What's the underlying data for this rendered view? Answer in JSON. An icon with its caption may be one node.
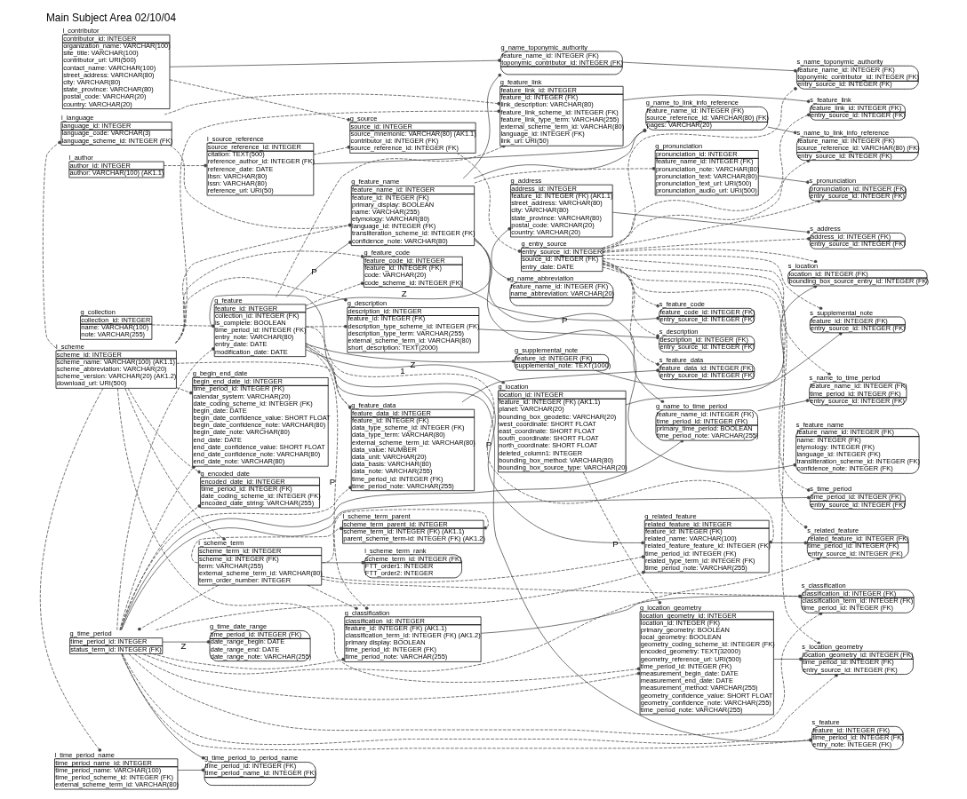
{
  "diagram": {
    "title": "Main Subject Area 02/10/04",
    "nodes": [
      {
        "text": [
          "g_collection",
          "collection_id: INTEGER",
          "name: VARCHAR(100)",
          "note: VARCHAR(255)"
        ]
      },
      {
        "text": [
          "g_feature_code",
          "feature_code_id: INTEGER",
          "feature_id: INTEGER (FK)",
          "code: VARCHAR(20)",
          "code_scheme_id: INTEGER (FK)"
        ]
      },
      {
        "text": [
          "g_feature_data",
          "feature_data_id: INTEGER",
          "feature_id: INTEGER (FK)",
          "data_type_scheme_id: INTEGER (FK)",
          "data_type_term: VARCHAR(80)",
          "external_scheme_term_id: VARCHAR(80)",
          "data_value: NUMBER",
          "data_unit: VARCHAR(20)",
          "data_basis: VARCHAR(80)",
          "data_note: VARCHAR(255)",
          "time_period_id: INTEGER (FK)",
          "time_period_note: VARCHAR(255)"
        ]
      },
      {
        "text": [
          "g_classification",
          "classification_id: INTEGER",
          "feature_id: INTEGER (FK) (AK1.1)",
          "classification_term_id: INTEGER (FK) (AK1.2)",
          "primary display: BOOLEAN",
          "time_period_id: INTEGER (FK)",
          "time_period_note: VARCHAR(255)"
        ]
      },
      {
        "text": [
          "g_feature",
          "feature_id: INTEGER",
          "collection_id: INTEGER (FK)",
          "is_complete: BOOLEAN",
          "time_period_id: INTEGER (FK)",
          "entry_note: VARCHAR(80)",
          "entry_date: DATE",
          "modification_date: DATE"
        ]
      },
      {
        "text": [
          "g_location",
          "location_id: INTEGER",
          "feature_id: INTEGER (FK) (AK1.1)",
          "planet: VARCHAR(20)",
          "bounding_box_geodetic: VARCHAR(20)",
          "west_coordinate: SHORT FLOAT",
          "east_coordinate: SHORT FLOAT",
          "south_coordinate: SHORT FLOAT",
          "north_coordinate: SHORT FLOAT",
          "deleted_column1: INTEGER",
          "bounding_box_method: VARCHAR(80)",
          "bounding_box_source_type: VARCHAR(20)"
        ]
      },
      {
        "text": [
          "g_address",
          "address_id: INTEGER",
          "feature_id: INTEGER (FK) (AK1.1)",
          "street_address: VARCHAR(80)",
          "city: VARCHAR(80)",
          "state_province: VARCHAR(80)",
          "postal_code: VARCHAR(20)",
          "country: VARCHAR(20)"
        ]
      },
      {
        "text": [
          "g_feature_link",
          "feature_link_id: INTEGER",
          "feature_id: INTEGER (FK)",
          "link_description: VARCHAR(80)",
          "feature_link_scheme_id: INTEGER (FK)",
          "feature_link_type_term: VARCHAR(255)",
          "external_scheme_term_id: VARCHAR(80)",
          "language_id: INTEGER (FK)",
          "link_url: URI(50)"
        ]
      },
      {
        "text": [
          "g_feature_name",
          "feature_name_id: INTEGER",
          "feature_id: INTEGER (FK)",
          "primary_display: BOOLEAN",
          "name: VARCHAR(255)",
          "etymology: VARCHAR(80)",
          "language_id: INTEGER (FK)",
          "transliteration_scheme_id: INTEGER (FK)",
          "confidence_note: VARCHAR(80)"
        ]
      },
      {
        "text": [
          "g_name_abbreviation",
          "feature_name_id: INTEGER (FK)",
          "name_abbreviation: VARCHAR(20)"
        ]
      },
      {
        "text": [
          "g_name_toponymic_authority",
          "feature_name_id: INTEGER (FK)",
          "toponymic_contributor_id: INTEGER (FK)"
        ]
      },
      {
        "text": [
          "g_pronunciation",
          "pronunciation_id: INTEGER",
          "feature_name_id: INTEGER (FK)",
          "pronunciation_note: VARCHAR(80)",
          "pronunciation_text: VARCHAR(80)",
          "pronunciation_text_url: URI(500)",
          "pronunciation_audio_url: URI(500)"
        ]
      },
      {
        "text": [
          "g_location_geometry",
          "location_geometry_id: INTEGER",
          "location_id: INTEGER (FK)",
          "primary_geometry: BOOLEAN",
          "local_geometry: BOOLEAN",
          "geometry_coding_scheme_id: INTEGER (FK)",
          "encoded_geometry: TEXT(32000)",
          "geometry_reference_url: URI(500)",
          "time_period_id: INTEGER (FK)",
          "measurement_begin_date: DATE",
          "measurement_end_date: DATE",
          "measurement_method: VARCHAR(255)",
          "geometry_confidence_value: SHORT FLOAT",
          "geometry_confidence_note: VARCHAR(255)",
          "time_period_note: VARCHAR(255)"
        ]
      },
      {
        "text": [
          "g_description",
          "description_id: INTEGER",
          "feature_id: INTEGER (FK)",
          "description_type_scheme_id: INTEGER (FK)",
          "description_type_term: VARCHAR(255)",
          "external_scheme_term_id: VARCHAR(80)",
          "short_description: TEXT(2000)"
        ]
      },
      {
        "text": [
          "l_language",
          "language_id: INTEGER",
          "language_code: VARCHAR(3)",
          "language_scheme_id: INTEGER (FK)"
        ]
      },
      {
        "text": [
          "g_name_to_time_period",
          "feature_name_id: INTEGER (FK)",
          "time_period_id: INTEGER (FK)",
          "primary_time_period: BOOLEAN",
          "time_period_note: VARCHAR(255)"
        ]
      },
      {
        "text": [
          "g_name_to_link_info_reference",
          "feature_name_id: INTEGER (FK)",
          "source_reference_id: VARCHAR(80) (FK)",
          "pages: VARCHAR(20)"
        ]
      },
      {
        "text": [
          "g_supplemental_note",
          "feature_id: INTEGER (FK)",
          "supplemental_note: TEXT(1000)"
        ]
      },
      {
        "text": [
          "g_related_feature",
          "related_feature_id: INTEGER",
          "feature_id: INTEGER (FK)",
          "related_name: VARCHAR(100)",
          "related_feature_feature_id: INTEGER (FK)",
          "time_period_id: INTEGER (FK)",
          "related_type_term_id: INTEGER (FK)",
          "time_period_note: VARCHAR(255)"
        ]
      },
      {
        "text": [
          "g_entry_source",
          "entry_source_id: INTEGER",
          "source_id: INTEGER (FK)",
          "entry_date: DATE"
        ]
      },
      {
        "text": [
          "g_source",
          "source_id: INTEGER",
          "source_mnemonic: VARCHAR(80) (AK1.1)",
          "contributor_id: INTEGER (FK)",
          "source_reference_id: INTEGER (FK)"
        ]
      },
      {
        "text": [
          "l_scheme",
          "scheme_id: INTEGER",
          "scheme_name: VARCHAR(100) (AK1.1)",
          "scheme_abbreviation: VARCHAR(20)",
          "scheme_version: VARCHAR(20) (AK1.2)",
          "download_url: URI(500)"
        ]
      },
      {
        "text": [
          "g_time_period",
          "time_period_id: INTEGER",
          "status_term_id: INTEGER (FK)"
        ]
      },
      {
        "text": [
          "l_contributor",
          "contributor_id: INTEGER",
          "organization_name: VARCHAR(100)",
          "site_title: VARCHAR(100)",
          "contributor_url: URI(500)",
          "contact_name: VARCHAR(100)",
          "street_address: VARCHAR(80)",
          "city: VARCHAR(80)",
          "state_province: VARCHAR(80)",
          "postal_code: VARCHAR(20)",
          "country: VARCHAR(20)"
        ]
      },
      {
        "text": [
          "l_source_reference",
          "source_reference_id: INTEGER",
          "citation: TEXT(500)",
          "reference_author_id: INTEGER (FK)",
          "reference_date: DATE",
          "ibsn: VARCHAR(80)",
          "issn: VARCHAR(80)",
          "reference_url: URI(50)"
        ]
      },
      {
        "text": [
          "l_scheme_term",
          "scheme_term_id: INTEGER",
          "scheme_id: INTEGER (FK)",
          "term: VARCHAR(255)",
          "external_scheme_term_id: VARCHAR(80)",
          "term_order_number: INTEGER"
        ]
      },
      {
        "text": [
          "g_time_date_range",
          "time_period_id: INTEGER (FK)",
          "date_range_begin: DATE",
          "date_range_end: DATE",
          "date_range_note: VARCHAR(255)"
        ]
      },
      {
        "text": [
          "g_time_period_to_period_name",
          "time_period_id: INTEGER (FK)",
          "time_period_name_id: INTEGER (FK)"
        ]
      },
      {
        "text": [
          "l_scheme_term_parent",
          "scheme_term_parent_id: INTEGER",
          "scheme_term_id: INTEGER (FK) (AK1.1)",
          "parent_scheme_term-id: INTEGER (FK) (AK1.2)"
        ]
      },
      {
        "text": [
          "l_author",
          "author_id: INTEGER",
          "author: VARCHAR(100) (AK1.1)"
        ]
      },
      {
        "text": [
          "g_begin_end_date",
          "begin_end_date_id: INTEGER",
          "time_period_id: INTEGER (FK)",
          "calendar_system: VARCHAR(20)",
          "date_coding_scheme_id: INTEGER (FK)",
          "begin_date: DATE",
          "begin_date_confidence_value: SHORT FLOAT",
          "begin_date_confidence_note: VARCHAR(80)",
          "begin_date_note: VARCHAR(80)",
          "end_date: DATE",
          "end_date_confidence_value: SHORT FLOAT",
          "end_date_confidence_note: VARCHAR(80)",
          "end_date_note: VARCHAR(80)"
        ]
      },
      {
        "text": [
          "g_encoded_date",
          "encoded_date_id: INTEGER",
          "time_period_id: INTEGER (FK)",
          "date_coding_scheme_id: INTEGER (FK)",
          "encoded_date_string: VARCHAR(255)"
        ]
      },
      {
        "text": [
          "l_time_period_name",
          "time_period_name_id: INTEGER",
          "time_period_name: VARCHAR(100)",
          "time_period_scheme_id: INTEGER (FK)",
          "external_scheme_term_id: VARCHAR(80)"
        ]
      },
      {
        "text": [
          "l_scheme_term_rank",
          "scheme_term_id: INTEGER (FK)",
          "FTT_order1: INTEGER",
          "FTT_order2: INTEGER"
        ]
      },
      {
        "text": [
          "s_address",
          "address_id: INTEGER (FK)",
          "entry_source_id: INTEGER (FK)"
        ]
      },
      {
        "text": [
          "s_classification",
          "classification_id: INTEGER (FK)",
          "classification_term_id: INTEGER (FK)",
          "time_period_id: INTEGER (FK)"
        ]
      },
      {
        "text": [
          "s_description",
          "description_id: INTEGER (FK)",
          "entry_source_id: INTEGER (FK)"
        ]
      },
      {
        "text": [
          "s_feature",
          "feature_id: INTEGER (FK)",
          "time_period_id: INTEGER (FK)",
          "entry_note: INTEGER (FK)"
        ]
      },
      {
        "text": [
          "s_feature_code",
          "feature_code_id: INTEGER (FK)",
          "entry_source_id: INTEGER (FK)"
        ]
      },
      {
        "text": [
          "s_feature_data",
          "feature_data_id: INTEGER (FK)",
          "entry_source_id: INTEGER (FK)"
        ]
      },
      {
        "text": [
          "s_feature_link",
          "feature_link_id: INTEGER (FK)",
          "entry_source_id: INTEGER (FK)"
        ]
      },
      {
        "text": [
          "s_feature_name",
          "feature_name_id: INTEGER (FK)",
          "name: INTEGER (FK)",
          "etymology: INTEGER (FK)",
          "language_id: INTEGER (FK)",
          "transliteration_scheme_id: INTEGER (FK)",
          "confidence_note: INTEGER (FK)"
        ]
      },
      {
        "text": [
          "s_location",
          "location_id: INTEGER (FK)",
          "bounding_box_source_entry_id: INTEGER (FK)"
        ]
      },
      {
        "text": [
          "s_location_geometry",
          "location_geometry_id: INTEGER (FK)",
          "time_period_id: INTEGER (FK)",
          "entry_source_id: INTEGER (FK)"
        ]
      },
      {
        "text": [
          "s_name_to_link_info_reference",
          "feature_name_id: INTEGER (FK)",
          "source_reference_id: VARCHAR(80) (FK)",
          "entry_source_id: INTEGER (FK)"
        ]
      },
      {
        "text": [
          "s_name_toponymic_authority",
          "feature_name_id: INTEGER (FK)",
          "toponymic_contributor_id: INTEGER (FK)",
          "entry_source_id: INTEGER (FK)"
        ]
      },
      {
        "text": [
          "s_name_to_time_period",
          "feature_name_id: INTEGER (FK)",
          "time_period_id: INTEGER (FK)",
          "entry_source_id: INTEGER (FK)"
        ]
      },
      {
        "text": [
          "s_pronunciation",
          "pronunciation_id: INTEGER (FK)",
          "entry_source_id: INTEGER (FK)"
        ]
      },
      {
        "text": [
          "s_related_feature",
          "related_feature_id: INTEGER (FK)",
          "time_period_id: INTEGER (FK)",
          "entry_source_id: INTEGER (FK)"
        ]
      },
      {
        "text": [
          "s_supplemental_note",
          "feature_id: INTEGER (FK)",
          "entry_source_id: INTEGER (FK)"
        ]
      },
      {
        "text": [
          "s_time_period",
          "time_period_id: INTEGER (FK)",
          "entry_source_id: INTEGER (FK)"
        ]
      }
    ],
    "edges": [
      {
        "from": 0,
        "to": 4,
        "arrow": "other",
        "style": "dashed"
      },
      {
        "from": 4,
        "to": 1,
        "arrow": "other",
        "style": "dashed"
      },
      {
        "from": 4,
        "to": 2,
        "arrow": "other",
        "style": "dashed"
      },
      {
        "from": 4,
        "to": 3,
        "arrow": "other",
        "style": "dashed",
        "label": "P"
      },
      {
        "from": 4,
        "to": 5,
        "arrow": "other",
        "label": "1"
      },
      {
        "from": 4,
        "to": 6,
        "arrow": "other",
        "label": "Z"
      },
      {
        "from": 4,
        "to": 7,
        "arrow": "other",
        "style": "dashed"
      },
      {
        "from": 4,
        "to": 8,
        "arrow": "other",
        "label": "P"
      },
      {
        "from": 4,
        "to": 13,
        "arrow": "other",
        "style": "dashed"
      },
      {
        "from": 4,
        "to": 17,
        "arrow": "other",
        "label": "Z"
      },
      {
        "from": 4,
        "to": 18,
        "arrow": "other",
        "label": "P"
      },
      {
        "from": 4,
        "to": 18,
        "arrow": "other",
        "style": "dashed"
      },
      {
        "from": 8,
        "to": 9,
        "arrow": "other"
      },
      {
        "from": 8,
        "to": 10,
        "arrow": "other"
      },
      {
        "from": 8,
        "to": 11,
        "arrow": "other",
        "style": "dashed"
      },
      {
        "from": 8,
        "to": 15,
        "arrow": "other",
        "label": "P"
      },
      {
        "from": 8,
        "to": 16,
        "arrow": "other"
      },
      {
        "from": 5,
        "to": 12,
        "arrow": "other",
        "style": "dashed",
        "label": "P"
      },
      {
        "from": 14,
        "to": 7,
        "arrow": "other",
        "style": "dashed"
      },
      {
        "from": 14,
        "to": 8,
        "arrow": "other",
        "style": "dashed"
      },
      {
        "from": 23,
        "to": 10,
        "arrow": "other"
      },
      {
        "from": 24,
        "to": 16,
        "arrow": "other"
      },
      {
        "from": 22,
        "to": 4,
        "arrow": "other",
        "style": "dashed"
      },
      {
        "from": 22,
        "to": 2,
        "arrow": "other",
        "style": "dashed"
      },
      {
        "from": 22,
        "to": 3,
        "arrow": "other",
        "style": "dashed"
      },
      {
        "from": 22,
        "to": 12,
        "arrow": "other",
        "style": "dashed"
      },
      {
        "from": 22,
        "to": 15,
        "arrow": "other"
      },
      {
        "from": 22,
        "to": 18,
        "arrow": "other",
        "style": "dashed"
      },
      {
        "from": 22,
        "to": 26,
        "arrow": "other",
        "label": "Z"
      },
      {
        "from": 22,
        "to": 27,
        "arrow": "other"
      },
      {
        "from": 22,
        "to": 30,
        "arrow": "other",
        "style": "dashed"
      },
      {
        "from": 22,
        "to": 31,
        "arrow": "other",
        "style": "dashed"
      },
      {
        "from": 32,
        "to": 27,
        "arrow": "other"
      },
      {
        "from": 21,
        "to": 1,
        "arrow": "other",
        "style": "dashed"
      },
      {
        "from": 21,
        "to": 2,
        "arrow": "other",
        "style": "dashed"
      },
      {
        "from": 21,
        "to": 7,
        "arrow": "other",
        "style": "dashed"
      },
      {
        "from": 21,
        "to": 13,
        "arrow": "other",
        "style": "dashed"
      },
      {
        "from": 21,
        "to": 8,
        "arrow": "other",
        "style": "dashed"
      },
      {
        "from": 21,
        "to": 14,
        "arrow": "other",
        "style": "dashed"
      },
      {
        "from": 21,
        "to": 12,
        "arrow": "other",
        "style": "dashed"
      },
      {
        "from": 21,
        "to": 30,
        "arrow": "other",
        "style": "dashed"
      },
      {
        "from": 21,
        "to": 31,
        "arrow": "other",
        "style": "dashed"
      },
      {
        "from": 21,
        "to": 32,
        "arrow": "other",
        "style": "dashed"
      },
      {
        "from": 21,
        "to": 25,
        "arrow": "other",
        "style": "dashed"
      },
      {
        "from": 25,
        "to": 3,
        "arrow": "other",
        "style": "dashed"
      },
      {
        "from": 25,
        "to": 18,
        "arrow": "other",
        "style": "dashed"
      },
      {
        "from": 25,
        "to": 22,
        "arrow": "other",
        "style": "dashed"
      },
      {
        "from": 25,
        "to": 28,
        "arrow": "other",
        "style": "dashed"
      },
      {
        "from": 25,
        "to": 28,
        "arrow": "other",
        "style": "dashed"
      },
      {
        "from": 25,
        "to": 33,
        "arrow": "other"
      },
      {
        "from": 20,
        "to": 19,
        "arrow": "other",
        "style": "dashed"
      },
      {
        "from": 23,
        "to": 20,
        "arrow": "other",
        "style": "dashed"
      },
      {
        "from": 24,
        "to": 20,
        "arrow": "other",
        "style": "dashed"
      },
      {
        "from": 29,
        "to": 24,
        "arrow": "other",
        "style": "dashed"
      },
      {
        "from": 6,
        "to": 34,
        "arrow": "other"
      },
      {
        "from": 19,
        "to": 34,
        "arrow": "other",
        "style": "dashed"
      },
      {
        "from": 3,
        "to": 35,
        "arrow": "other"
      },
      {
        "from": 25,
        "to": 35,
        "arrow": "other",
        "style": "dashed"
      },
      {
        "from": 22,
        "to": 35,
        "arrow": "other",
        "style": "dashed"
      },
      {
        "from": 13,
        "to": 36,
        "arrow": "other"
      },
      {
        "from": 19,
        "to": 36,
        "arrow": "other",
        "style": "dashed"
      },
      {
        "from": 4,
        "to": 37,
        "arrow": "other"
      },
      {
        "from": 22,
        "to": 37,
        "arrow": "other",
        "style": "dashed"
      },
      {
        "from": 1,
        "to": 38,
        "arrow": "other"
      },
      {
        "from": 19,
        "to": 38,
        "arrow": "other",
        "style": "dashed"
      },
      {
        "from": 2,
        "to": 39,
        "arrow": "other"
      },
      {
        "from": 19,
        "to": 39,
        "arrow": "other",
        "style": "dashed"
      },
      {
        "from": 7,
        "to": 40,
        "arrow": "other"
      },
      {
        "from": 19,
        "to": 40,
        "arrow": "other",
        "style": "dashed"
      },
      {
        "from": 8,
        "to": 41,
        "arrow": "other"
      },
      {
        "from": 5,
        "to": 42,
        "arrow": "other"
      },
      {
        "from": 19,
        "to": 42,
        "arrow": "other",
        "style": "dashed"
      },
      {
        "from": 12,
        "to": 43,
        "arrow": "other"
      },
      {
        "from": 22,
        "to": 43,
        "arrow": "other",
        "style": "dashed"
      },
      {
        "from": 19,
        "to": 43,
        "arrow": "other",
        "style": "dashed"
      },
      {
        "from": 16,
        "to": 44,
        "arrow": "other"
      },
      {
        "from": 19,
        "to": 44,
        "arrow": "other",
        "style": "dashed"
      },
      {
        "from": 10,
        "to": 45,
        "arrow": "other"
      },
      {
        "from": 19,
        "to": 45,
        "arrow": "other",
        "style": "dashed"
      },
      {
        "from": 15,
        "to": 46,
        "arrow": "other"
      },
      {
        "from": 19,
        "to": 46,
        "arrow": "other",
        "style": "dashed"
      },
      {
        "from": 11,
        "to": 47,
        "arrow": "other"
      },
      {
        "from": 19,
        "to": 47,
        "arrow": "other",
        "style": "dashed"
      },
      {
        "from": 18,
        "to": 48,
        "arrow": "other"
      },
      {
        "from": 22,
        "to": 48,
        "arrow": "other",
        "style": "dashed"
      },
      {
        "from": 19,
        "to": 48,
        "arrow": "other",
        "style": "dashed"
      },
      {
        "from": 17,
        "to": 49,
        "arrow": "other"
      },
      {
        "from": 19,
        "to": 49,
        "arrow": "other",
        "style": "dashed"
      },
      {
        "from": 22,
        "to": 50,
        "arrow": "other"
      },
      {
        "from": 19,
        "to": 50,
        "arrow": "other",
        "style": "dashed"
      }
    ]
  }
}
